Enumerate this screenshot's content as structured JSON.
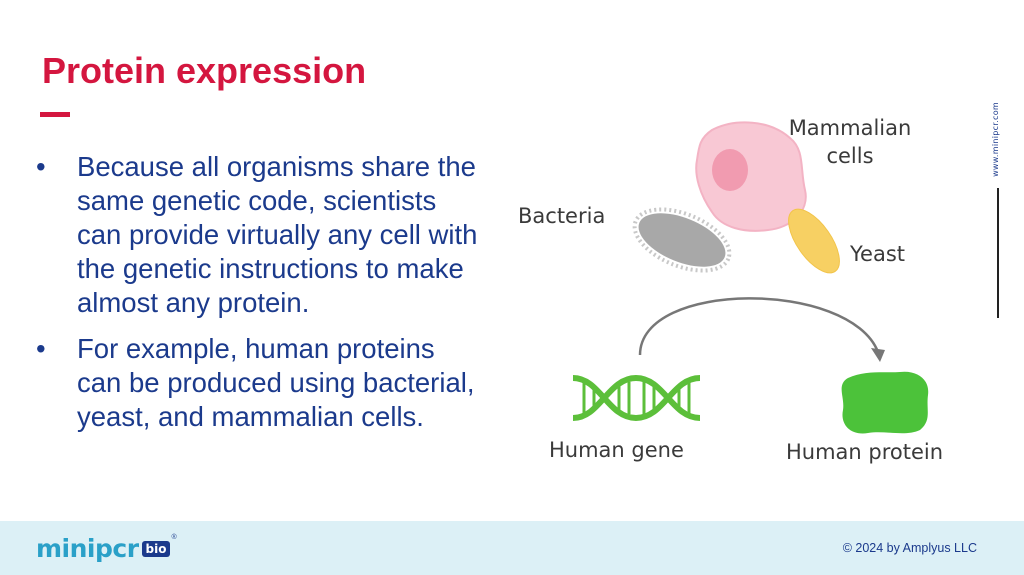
{
  "slide": {
    "title": "Protein expression",
    "bullets": [
      "Because all organisms share the same genetic code, scientists can provide virtually any cell with the genetic instructions to make almost any protein.",
      "For example, human proteins can be produced using bacterial, yeast, and mammalian cells."
    ]
  },
  "diagram": {
    "labels": {
      "mammalian_line1": "Mammalian",
      "mammalian_line2": "cells",
      "bacteria": "Bacteria",
      "yeast": "Yeast",
      "human_gene": "Human gene",
      "human_protein": "Human protein"
    },
    "colors": {
      "mammalian_cell": "#f8c8d4",
      "mammalian_nucleus": "#f19bb0",
      "bacteria": "#a8a8a8",
      "yeast": "#f7d063",
      "dna": "#5cbf3a",
      "protein": "#4cc23a",
      "arrow": "#777777"
    }
  },
  "side": {
    "url": "www.minipcr.com"
  },
  "footer": {
    "logo_text": "minipcr",
    "logo_badge": "bio",
    "logo_reg": "®",
    "copyright": "© 2024 by Amplyus LLC"
  }
}
